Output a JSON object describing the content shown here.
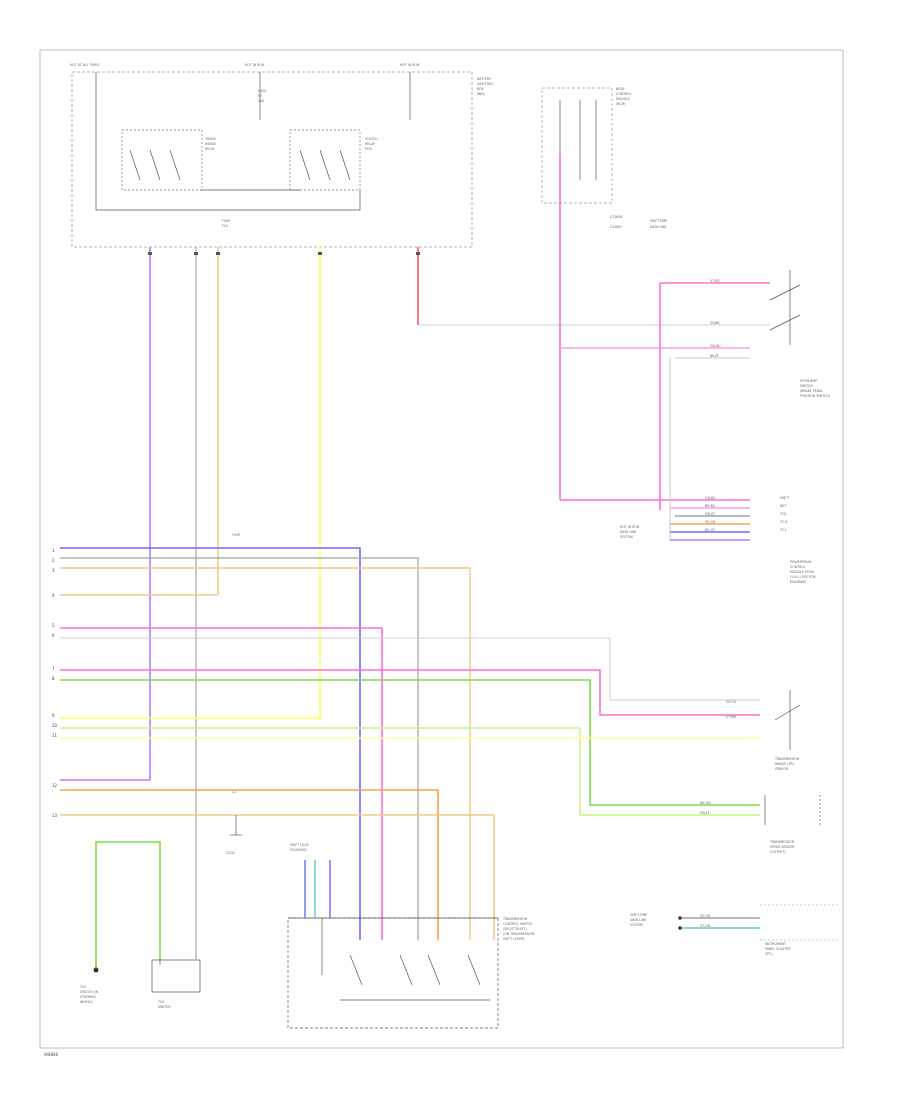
{
  "colors": {
    "pink": "#ff6fd0",
    "violet": "#b87bff",
    "blue": "#6a6aff",
    "orange": "#f5a34a",
    "tan": "#f2c98a",
    "yellow": "#ffff66",
    "green": "#7fdc4a",
    "red": "#ff5a5a",
    "gray": "#a0a0a0",
    "teal": "#5fd0c0",
    "black": "#222222"
  },
  "diagram": {
    "top_module": {
      "headers": [
        "HOT AT ALL TIMES",
        "HOT IN RUN",
        "HOT IN RUN"
      ],
      "fuse_1": [
        "FUSE",
        "F5",
        "10A"
      ],
      "relay_1": [
        "TRANS",
        "RANGE",
        "RELAY"
      ],
      "relay_2": [
        "CLUTCH",
        "RELAY",
        "PCM"
      ],
      "fuse_2": [
        "FUSE",
        "F10"
      ],
      "module_name": [
        "BATTERY",
        "JUNCTION",
        "BOX",
        "(BJB)"
      ]
    },
    "top_right": {
      "module_name": [
        "BODY",
        "CONTROL",
        "MODULE",
        "(BCM)"
      ],
      "notes": [
        "C2280B",
        "C2280C"
      ],
      "ref_lines": [
        "SHIFT-TIME",
        "DATA LINK"
      ]
    },
    "switch_right": {
      "name": [
        "STOPLAMP",
        "SWITCH",
        "(BRAKE PEDAL",
        "POSITION SWITCH)"
      ],
      "wire_labels": [
        "VT-RD",
        "GY-BN",
        "GN-BU",
        "BK-YE"
      ]
    },
    "pcm_block": {
      "name": [
        "POWERTRAIN",
        "CONTROL",
        "MODULE (PCM)",
        "(2.0L) (SEE PCM",
        "DIAGRAM)"
      ],
      "wire_rows": [
        "GN-BU",
        "BN-BU",
        "GN-VT",
        "YE-GN",
        "BU-GY"
      ],
      "pin_labels": [
        "SHIFT",
        "NET",
        "TCIL",
        "TC H",
        "TC L"
      ],
      "ground_ref": [
        "HOT IN RUN",
        "DATA LINK",
        "SYSTEM"
      ]
    },
    "left_pins": [
      "1",
      "2",
      "3",
      "4",
      "5",
      "6",
      "7",
      "8",
      "9",
      "10",
      "11",
      "12",
      "13"
    ],
    "mid_labels": [
      "FUSE",
      "C2"
    ],
    "trans_range": {
      "name": [
        "TRANSMISSION",
        "RANGE (TR)",
        "SENSOR"
      ],
      "wire_labels": [
        "GY-OG",
        "VT-WH"
      ]
    },
    "output_shaft": {
      "name": [
        "TRANSMISSION",
        "SPEED SENSOR",
        "(OUTPUT)"
      ],
      "wire_labels": [
        "BN-GN",
        "GN-YE"
      ]
    },
    "selector_module": {
      "name": [
        "TRANSMISSION",
        "CONTROL SWITCH",
        "(SELECTSHIFT)",
        "(ON TRANSMISSION",
        "SHIFT LEVER)"
      ],
      "top_label": [
        "SHIFT LOCK",
        "SOLENOID"
      ]
    },
    "left_bottom": {
      "sensor_name": [
        "TCS",
        "SWITCH (IN",
        "STEERING",
        "WHEEL)"
      ],
      "switch_name": [
        "TCS",
        "SWITCH"
      ],
      "ground": "G200"
    },
    "right_bottom": {
      "label_left": [
        "SHIFT-TIME",
        "DATA LINK",
        "SYSTEM"
      ],
      "label_right": [
        "INSTRUMENT",
        "PANEL CLUSTER",
        "(IPC)"
      ],
      "wire_labels": [
        "GY-OG",
        "VT-GN"
      ]
    },
    "footer_code": "W8886"
  }
}
